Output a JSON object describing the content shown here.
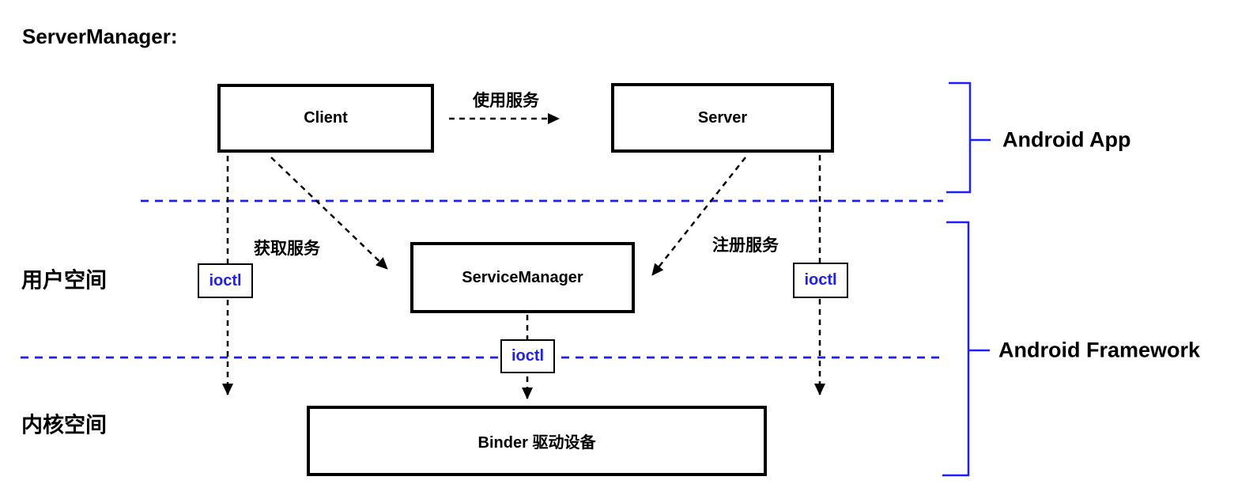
{
  "title": "ServerManager:",
  "colors": {
    "blue": "#1d1dff",
    "ink": "#000000",
    "background": "#ffffff"
  },
  "boxes": {
    "client": "Client",
    "server": "Server",
    "service_manager": "ServiceManager",
    "binder_driver": "Binder 驱动设备"
  },
  "ioctl": {
    "left": "ioctl",
    "middle": "ioctl",
    "right": "ioctl"
  },
  "edge_labels": {
    "use_service": "使用服务",
    "get_service": "获取服务",
    "register_service": "注册服务"
  },
  "space_labels": {
    "user_space": "用户空间",
    "kernel_space": "内核空间"
  },
  "brackets": {
    "android_app": "Android App",
    "android_framework": "Android Framework"
  }
}
